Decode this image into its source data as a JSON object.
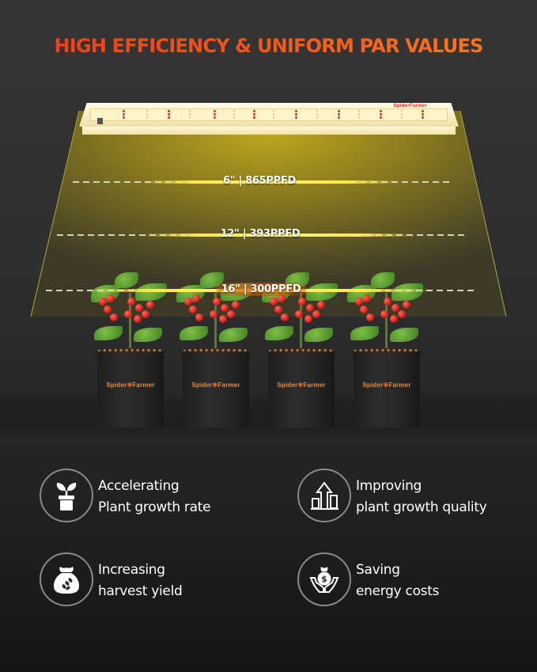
{
  "headline": "HIGH EFFICIENCY & UNIFORM PAR VALUES",
  "colors": {
    "headline_start": "#f03a17",
    "headline_end": "#f97c22",
    "beam": "#b9a62a",
    "background": "#2e2e2e",
    "glow_line": "#ffe94a",
    "pot_brand": "#e28a42"
  },
  "fixture": {
    "brand": "SpiderFarmer"
  },
  "measurements": [
    {
      "distance": "6\"",
      "ppfd": "865PPFD",
      "label": "6\" | 865PPFD"
    },
    {
      "distance": "12\"",
      "ppfd": "393PPFD",
      "label": "12\" | 393PPFD"
    },
    {
      "distance": "16\"",
      "ppfd": "300PPFD",
      "label": "16\" | 300PPFD"
    }
  ],
  "pots": [
    {
      "brand_left": "Spider",
      "brand_mark": "✱",
      "brand_right": "Farmer"
    },
    {
      "brand_left": "Spider",
      "brand_mark": "✱",
      "brand_right": "Farmer"
    },
    {
      "brand_left": "Spider",
      "brand_mark": "✱",
      "brand_right": "Farmer"
    },
    {
      "brand_left": "Spider",
      "brand_mark": "✱",
      "brand_right": "Farmer"
    }
  ],
  "features": [
    {
      "icon": "plant-pot-icon",
      "line1": "Accelerating",
      "line2": "Plant growth rate"
    },
    {
      "icon": "growth-arrow-bars-icon",
      "line1": "Improving",
      "line2": "plant growth quality"
    },
    {
      "icon": "harvest-sack-icon",
      "line1": "Increasing",
      "line2": "harvest yield"
    },
    {
      "icon": "money-hands-icon",
      "line1": "Saving",
      "line2": "energy costs"
    }
  ]
}
